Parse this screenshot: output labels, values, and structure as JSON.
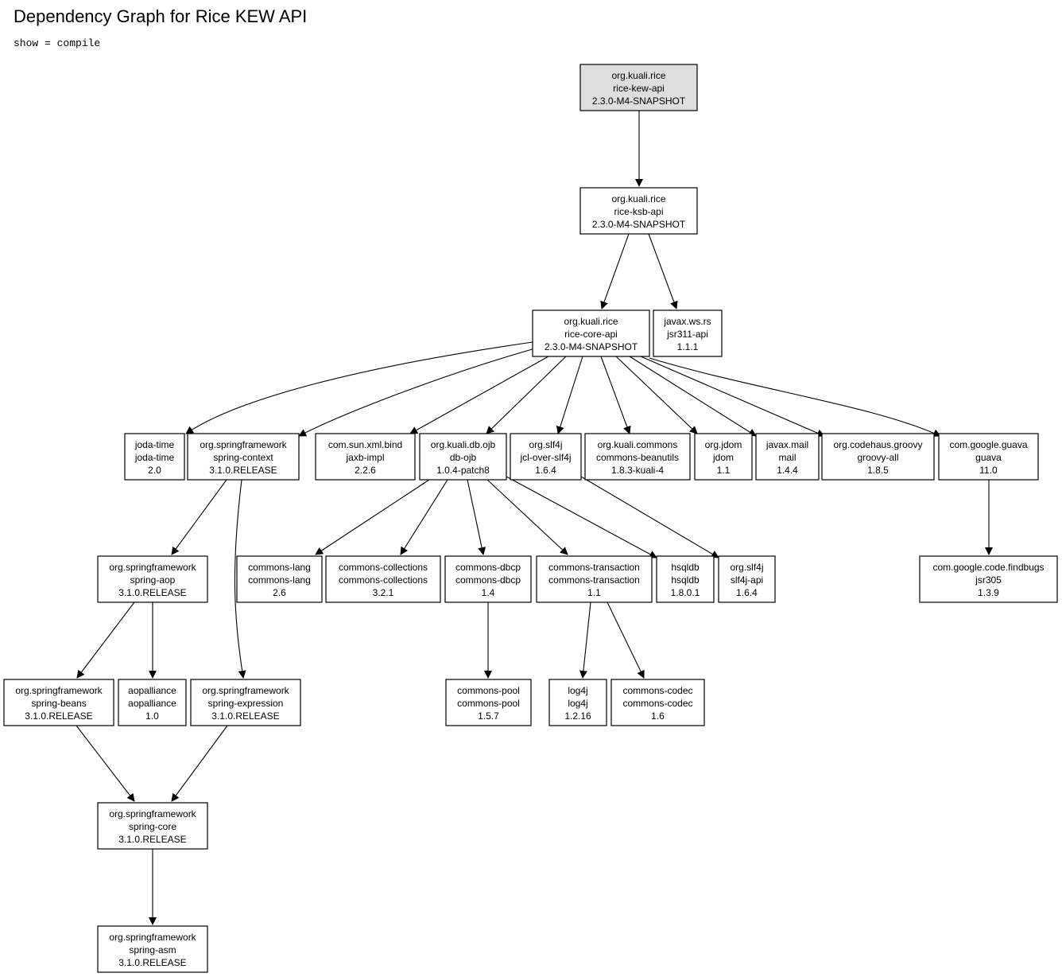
{
  "title": "Dependency Graph for Rice KEW API",
  "subtitle": "show = compile",
  "colors": {
    "root_fill": "#dedede",
    "node_fill": "#ffffff",
    "stroke": "#000000"
  },
  "nodes": [
    {
      "id": "kew-api",
      "lines": [
        "org.kuali.rice",
        "rice-kew-api",
        "2.3.0-M4-SNAPSHOT"
      ],
      "root": true
    },
    {
      "id": "ksb-api",
      "lines": [
        "org.kuali.rice",
        "rice-ksb-api",
        "2.3.0-M4-SNAPSHOT"
      ]
    },
    {
      "id": "core-api",
      "lines": [
        "org.kuali.rice",
        "rice-core-api",
        "2.3.0-M4-SNAPSHOT"
      ]
    },
    {
      "id": "jsr311",
      "lines": [
        "javax.ws.rs",
        "jsr311-api",
        "1.1.1"
      ]
    },
    {
      "id": "joda",
      "lines": [
        "joda-time",
        "joda-time",
        "2.0"
      ]
    },
    {
      "id": "spring-context",
      "lines": [
        "org.springframework",
        "spring-context",
        "3.1.0.RELEASE"
      ]
    },
    {
      "id": "jaxb",
      "lines": [
        "com.sun.xml.bind",
        "jaxb-impl",
        "2.2.6"
      ]
    },
    {
      "id": "ojb",
      "lines": [
        "org.kuali.db.ojb",
        "db-ojb",
        "1.0.4-patch8"
      ]
    },
    {
      "id": "jcl",
      "lines": [
        "org.slf4j",
        "jcl-over-slf4j",
        "1.6.4"
      ]
    },
    {
      "id": "beanutils",
      "lines": [
        "org.kuali.commons",
        "commons-beanutils",
        "1.8.3-kuali-4"
      ]
    },
    {
      "id": "jdom",
      "lines": [
        "org.jdom",
        "jdom",
        "1.1"
      ]
    },
    {
      "id": "mail",
      "lines": [
        "javax.mail",
        "mail",
        "1.4.4"
      ]
    },
    {
      "id": "groovy",
      "lines": [
        "org.codehaus.groovy",
        "groovy-all",
        "1.8.5"
      ]
    },
    {
      "id": "guava",
      "lines": [
        "com.google.guava",
        "guava",
        "11.0"
      ]
    },
    {
      "id": "spring-aop",
      "lines": [
        "org.springframework",
        "spring-aop",
        "3.1.0.RELEASE"
      ]
    },
    {
      "id": "lang",
      "lines": [
        "commons-lang",
        "commons-lang",
        "2.6"
      ]
    },
    {
      "id": "collections",
      "lines": [
        "commons-collections",
        "commons-collections",
        "3.2.1"
      ]
    },
    {
      "id": "dbcp",
      "lines": [
        "commons-dbcp",
        "commons-dbcp",
        "1.4"
      ]
    },
    {
      "id": "transaction",
      "lines": [
        "commons-transaction",
        "commons-transaction",
        "1.1"
      ]
    },
    {
      "id": "hsqldb",
      "lines": [
        "hsqldb",
        "hsqldb",
        "1.8.0.1"
      ]
    },
    {
      "id": "slf4j-api",
      "lines": [
        "org.slf4j",
        "slf4j-api",
        "1.6.4"
      ]
    },
    {
      "id": "jsr305",
      "lines": [
        "com.google.code.findbugs",
        "jsr305",
        "1.3.9"
      ]
    },
    {
      "id": "spring-beans",
      "lines": [
        "org.springframework",
        "spring-beans",
        "3.1.0.RELEASE"
      ]
    },
    {
      "id": "aopalliance",
      "lines": [
        "aopalliance",
        "aopalliance",
        "1.0"
      ]
    },
    {
      "id": "spring-expression",
      "lines": [
        "org.springframework",
        "spring-expression",
        "3.1.0.RELEASE"
      ]
    },
    {
      "id": "pool",
      "lines": [
        "commons-pool",
        "commons-pool",
        "1.5.7"
      ]
    },
    {
      "id": "log4j",
      "lines": [
        "log4j",
        "log4j",
        "1.2.16"
      ]
    },
    {
      "id": "codec",
      "lines": [
        "commons-codec",
        "commons-codec",
        "1.6"
      ]
    },
    {
      "id": "spring-core",
      "lines": [
        "org.springframework",
        "spring-core",
        "3.1.0.RELEASE"
      ]
    },
    {
      "id": "spring-asm",
      "lines": [
        "org.springframework",
        "spring-asm",
        "3.1.0.RELEASE"
      ]
    }
  ],
  "edges": [
    {
      "from": "kew-api",
      "to": "ksb-api"
    },
    {
      "from": "ksb-api",
      "to": "core-api"
    },
    {
      "from": "ksb-api",
      "to": "jsr311"
    },
    {
      "from": "core-api",
      "to": "joda"
    },
    {
      "from": "core-api",
      "to": "spring-context"
    },
    {
      "from": "core-api",
      "to": "jaxb"
    },
    {
      "from": "core-api",
      "to": "ojb"
    },
    {
      "from": "core-api",
      "to": "jcl"
    },
    {
      "from": "core-api",
      "to": "beanutils"
    },
    {
      "from": "core-api",
      "to": "jdom"
    },
    {
      "from": "core-api",
      "to": "mail"
    },
    {
      "from": "core-api",
      "to": "groovy"
    },
    {
      "from": "core-api",
      "to": "guava"
    },
    {
      "from": "spring-context",
      "to": "spring-aop"
    },
    {
      "from": "spring-context",
      "to": "spring-expression"
    },
    {
      "from": "ojb",
      "to": "lang"
    },
    {
      "from": "ojb",
      "to": "collections"
    },
    {
      "from": "ojb",
      "to": "dbcp"
    },
    {
      "from": "ojb",
      "to": "transaction"
    },
    {
      "from": "ojb",
      "to": "hsqldb"
    },
    {
      "from": "jcl",
      "to": "slf4j-api"
    },
    {
      "from": "guava",
      "to": "jsr305"
    },
    {
      "from": "spring-aop",
      "to": "spring-beans"
    },
    {
      "from": "spring-aop",
      "to": "aopalliance"
    },
    {
      "from": "dbcp",
      "to": "pool"
    },
    {
      "from": "transaction",
      "to": "log4j"
    },
    {
      "from": "transaction",
      "to": "codec"
    },
    {
      "from": "spring-beans",
      "to": "spring-core"
    },
    {
      "from": "spring-expression",
      "to": "spring-core"
    },
    {
      "from": "spring-core",
      "to": "spring-asm"
    }
  ]
}
